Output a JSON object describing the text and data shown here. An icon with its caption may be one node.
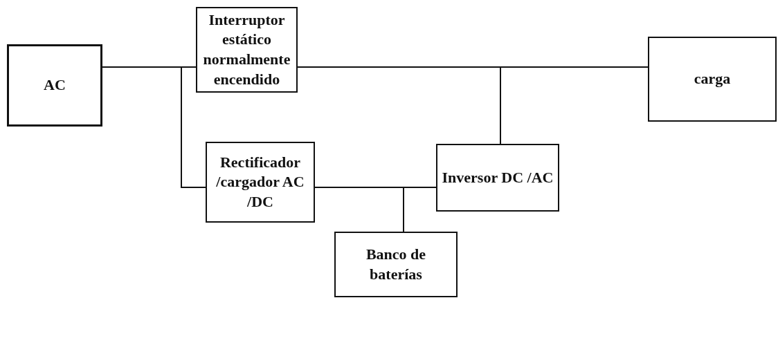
{
  "diagram": {
    "nodes": [
      {
        "text": [
          "AC"
        ]
      },
      {
        "text": [
          "Interruptor estático normalmente encendido"
        ]
      },
      {
        "text": [
          "carga"
        ]
      },
      {
        "text": [
          "Rectificador /cargador AC /DC"
        ]
      },
      {
        "text": [
          "Inversor DC /AC"
        ]
      },
      {
        "text": [
          "Banco de baterías"
        ]
      }
    ],
    "edges": [
      {
        "from": 0,
        "to": 1,
        "arrow": "none"
      },
      {
        "from": 0,
        "to": 3,
        "arrow": "none"
      },
      {
        "from": 1,
        "to": 2,
        "arrow": "none"
      },
      {
        "from": 4,
        "to": 2,
        "arrow": "none"
      },
      {
        "from": 3,
        "to": 4,
        "arrow": "none"
      },
      {
        "from": 3,
        "to": 5,
        "arrow": "none"
      },
      {
        "from": 5,
        "to": 4,
        "arrow": "none"
      }
    ]
  }
}
